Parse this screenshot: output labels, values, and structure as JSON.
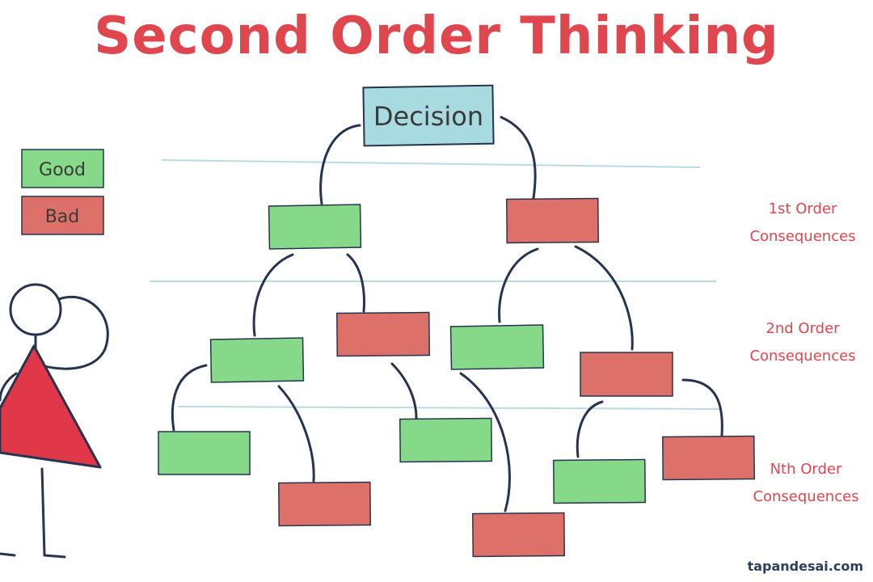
{
  "title": "Second Order Thinking",
  "root": {
    "label": "Decision",
    "color": "#a8dbe0"
  },
  "legend": [
    {
      "label": "Good",
      "color": "#86d989"
    },
    {
      "label": "Bad",
      "color": "#dd7169"
    }
  ],
  "levels": [
    {
      "line1": "1st Order",
      "line2": "Consequences"
    },
    {
      "line1": "2nd Order",
      "line2": "Consequences"
    },
    {
      "line1": "Nth Order",
      "line2": "Consequences"
    }
  ],
  "nodes": {
    "first_order": [
      "good",
      "bad"
    ],
    "second_order": [
      "good",
      "bad",
      "good",
      "bad"
    ],
    "nth_order": [
      "good",
      "bad",
      "good",
      "bad",
      "good",
      "bad"
    ]
  },
  "colors": {
    "title": "#e0464e",
    "connector": "#26344f",
    "divider": "#b8dbe4",
    "figure_body": "#e03848"
  },
  "credit": "tapandesai.com"
}
